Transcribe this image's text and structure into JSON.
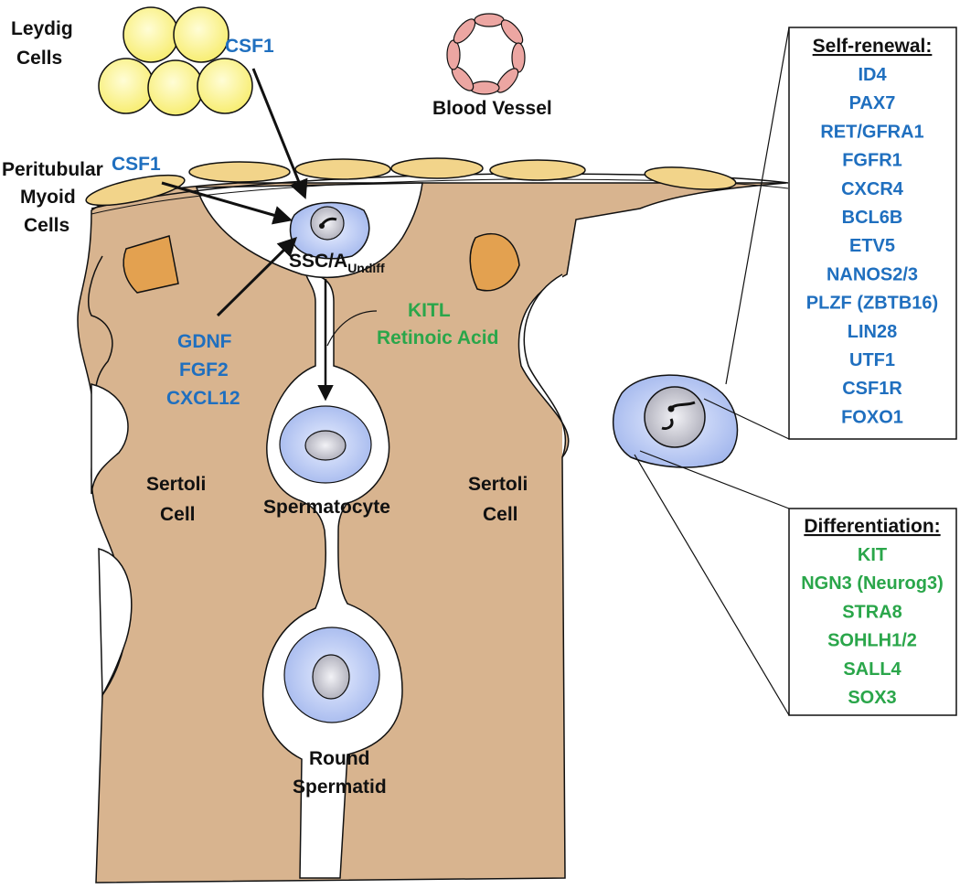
{
  "labels": {
    "leydig_line1": "Leydig",
    "leydig_line2": "Cells",
    "csf1_top": "CSF1",
    "blood_vessel": "Blood Vessel",
    "peritubular_line1": "Peritubular",
    "peritubular_line2": "Myoid",
    "peritubular_line3": "Cells",
    "csf1_left": "CSF1",
    "ssc_main": "SSC/A",
    "ssc_sub": "Undiff",
    "kitl": "KITL",
    "retinoic_acid": "Retinoic Acid",
    "gdnf": "GDNF",
    "fgf2": "FGF2",
    "cxcl12": "CXCL12",
    "sertoli_left_line1": "Sertoli",
    "sertoli_left_line2": "Cell",
    "sertoli_right_line1": "Sertoli",
    "sertoli_right_line2": "Cell",
    "spermatocyte": "Spermatocyte",
    "round_line1": "Round",
    "round_line2": "Spermatid"
  },
  "self_renewal": {
    "title": "Self-renewal:",
    "items": [
      "ID4",
      "PAX7",
      "RET/GFRA1",
      "FGFR1",
      "CXCR4",
      "BCL6B",
      "ETV5",
      "NANOS2/3",
      "PLZF (ZBTB16)",
      "LIN28",
      "UTF1",
      "CSF1R",
      "FOXO1"
    ]
  },
  "differentiation": {
    "title": "Differentiation:",
    "items": [
      "KIT",
      "NGN3 (Neurog3)",
      "STRA8",
      "SOHLH1/2",
      "SALL4",
      "SOX3"
    ]
  },
  "colors": {
    "blue_text": "#1f6fbf",
    "green_text": "#2aa64a",
    "sertoli": "#d8b48f",
    "leydig": "#fff68c",
    "cell_cytoplasm": "#a9bdf0",
    "nucleus": "#b8b8c4",
    "orange_nucleus": "#e3a150"
  }
}
